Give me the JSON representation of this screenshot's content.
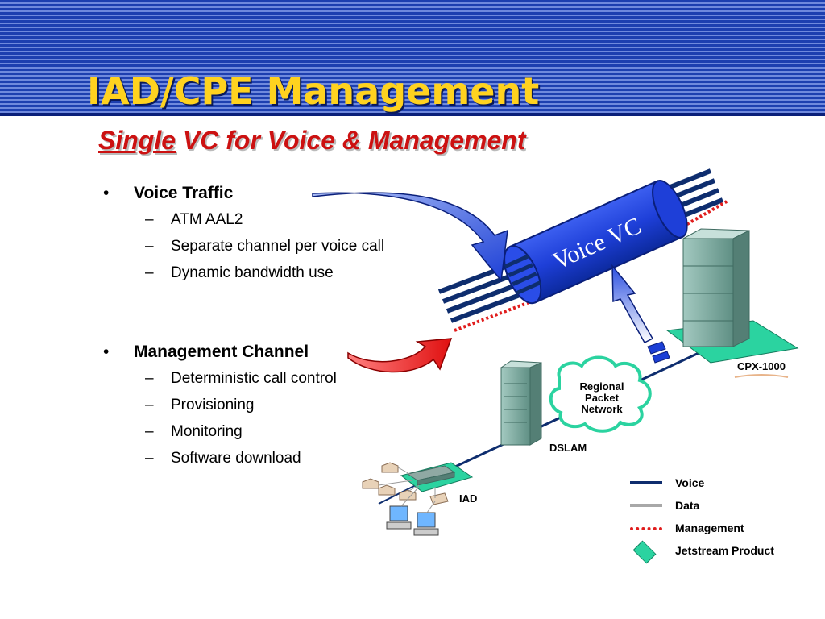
{
  "slide": {
    "title": "IAD/CPE Management",
    "subtitle_emph": "Single",
    "subtitle_rest": " VC for Voice & Management"
  },
  "bullets": [
    {
      "label": "Voice Traffic",
      "items": [
        "ATM AAL2",
        "Separate channel per voice call",
        "Dynamic bandwidth use"
      ]
    },
    {
      "label": "Management Channel",
      "items": [
        "Deterministic call control",
        "Provisioning",
        "Monitoring",
        "Software download"
      ]
    }
  ],
  "diagram": {
    "tube_label": "Voice VC",
    "cloud_lines": [
      "Regional",
      "Packet",
      "Network"
    ],
    "cpx_label": "CPX-1000",
    "dslam_label": "DSLAM",
    "iad_label": "IAD"
  },
  "legend": [
    {
      "label": "Voice",
      "style": "voice"
    },
    {
      "label": "Data",
      "style": "data"
    },
    {
      "label": "Management",
      "style": "mgmt"
    },
    {
      "label": "Jetstream Product",
      "style": "jet"
    }
  ],
  "colors": {
    "header_blue": "#1d3fb0",
    "title_yellow": "#ffd21f",
    "subtitle_red": "#cc1111",
    "voice_line": "#0e2d6e",
    "data_line": "#a8a8a8",
    "management_line": "#e01d1d",
    "jetstream": "#2bd3a0",
    "tube_blue": "#1e3fd8"
  }
}
